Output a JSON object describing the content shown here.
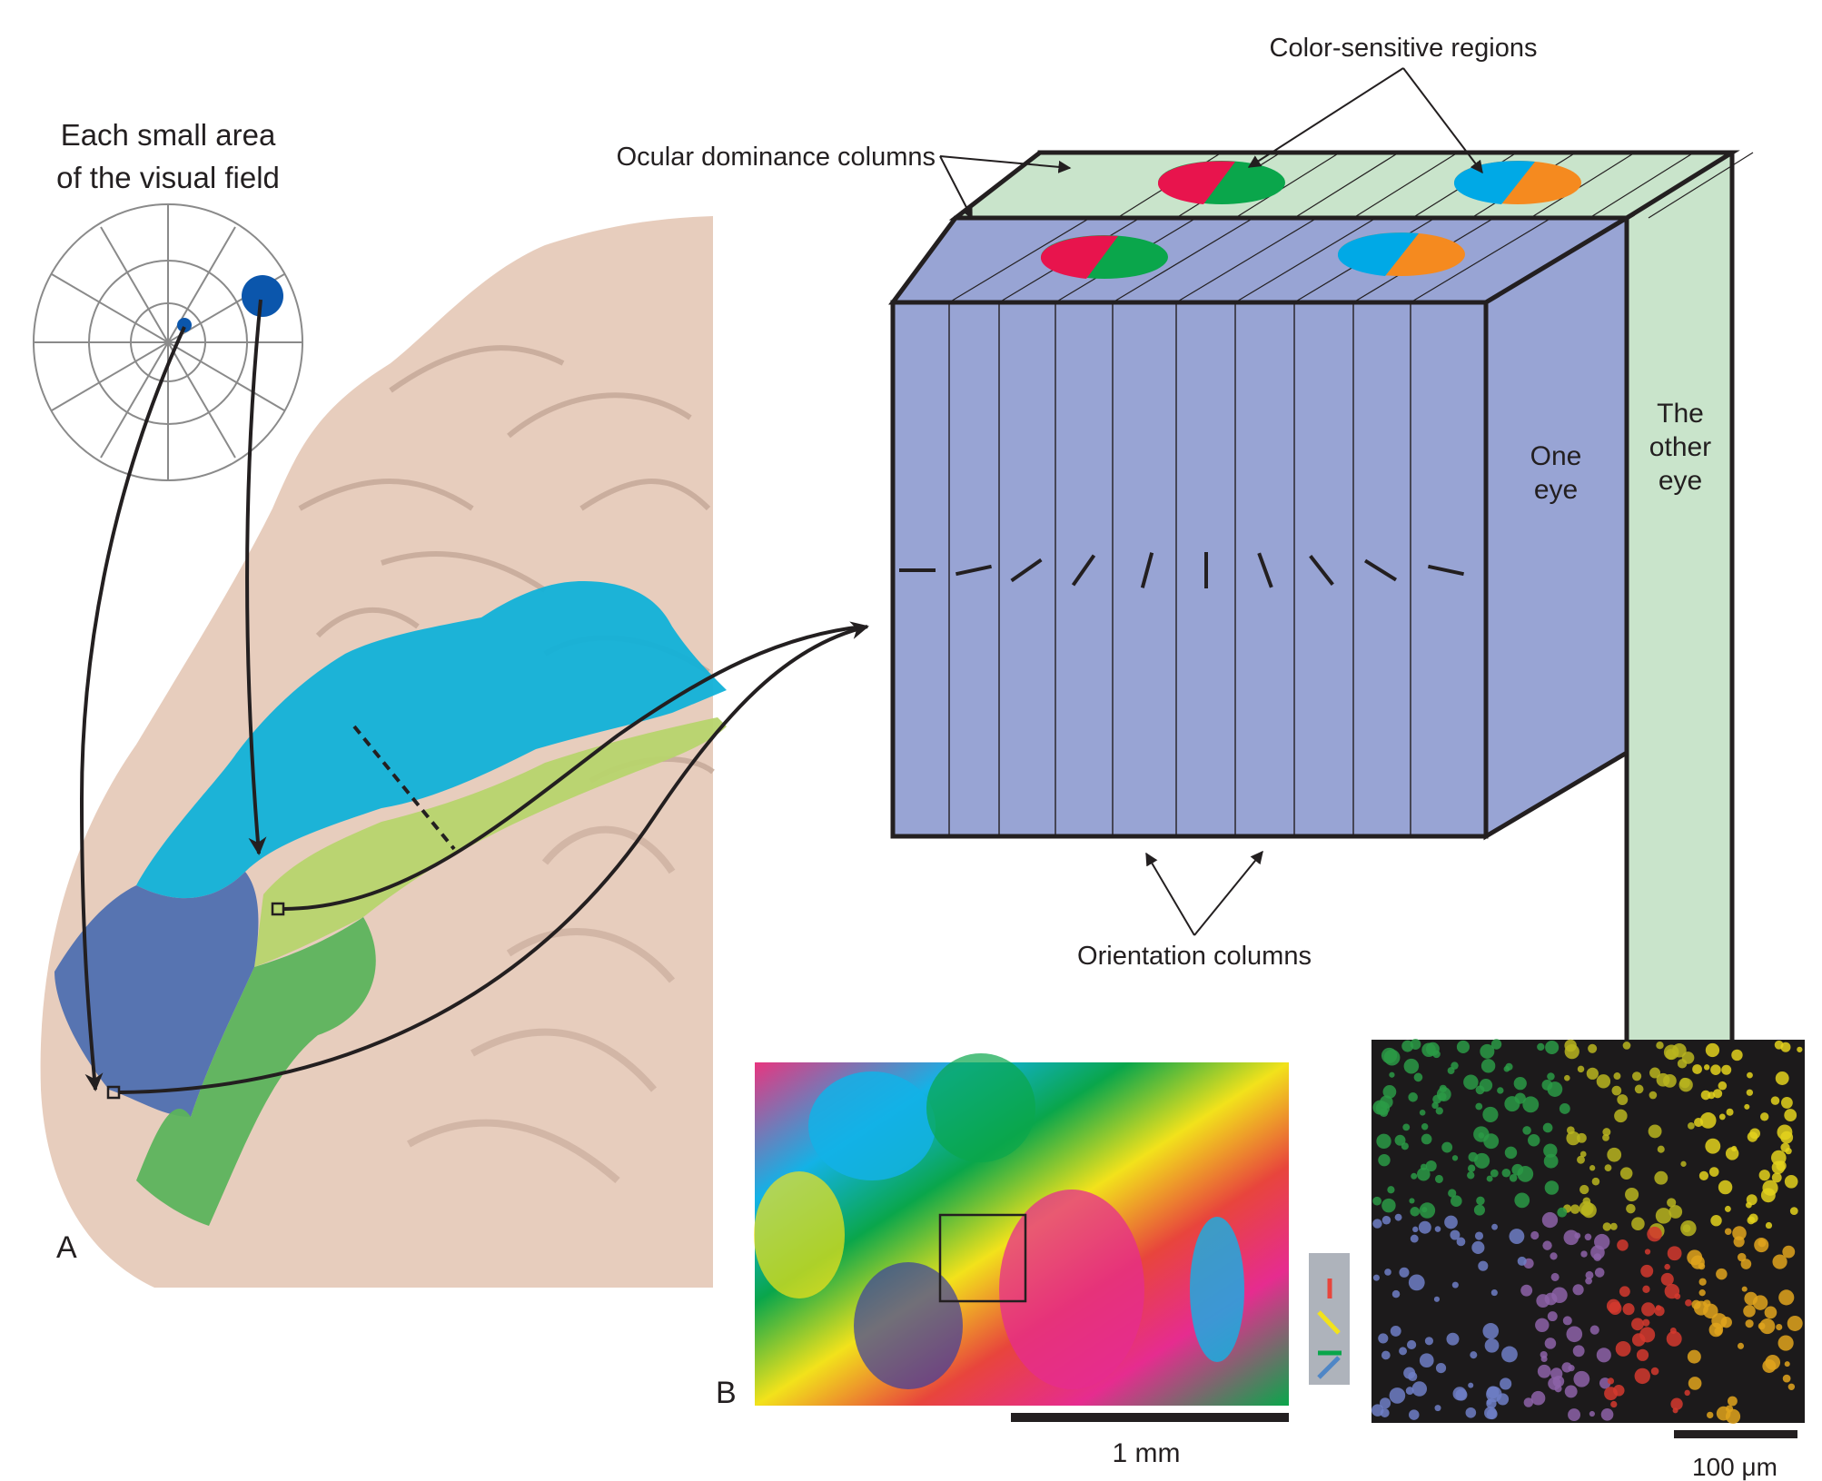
{
  "panel_a": {
    "label": "A",
    "visual_field_caption_line1": "Each small area",
    "visual_field_caption_line2": "of the visual field"
  },
  "cube": {
    "ocular_dominance_label": "Ocular dominance columns",
    "color_sensitive_label": "Color-sensitive regions",
    "one_eye_line1": "One",
    "one_eye_line2": "eye",
    "other_eye_line1": "The",
    "other_eye_line2": "other",
    "other_eye_line3": "eye",
    "orientation_label": "Orientation columns"
  },
  "panel_b": {
    "label": "B",
    "scale_bar_map": "1 mm",
    "scale_bar_cells": "100 μm",
    "legend": [
      {
        "color": "#e8453c",
        "angle": "vertical"
      },
      {
        "color": "#f2e21b",
        "angle": "oblique-left"
      },
      {
        "color": "#0aa64b",
        "angle": "horizontal"
      },
      {
        "color": "#4f86c6",
        "angle": "oblique-right"
      }
    ]
  },
  "colors": {
    "column_blue": "#98a4d4",
    "column_green": "#c9e4cb",
    "region_cyan": "#11b1d8",
    "region_lime": "#b7d46d",
    "region_darkblue": "#4f6fb0",
    "region_green": "#5cb35c",
    "brain": "#e7cdbd"
  }
}
